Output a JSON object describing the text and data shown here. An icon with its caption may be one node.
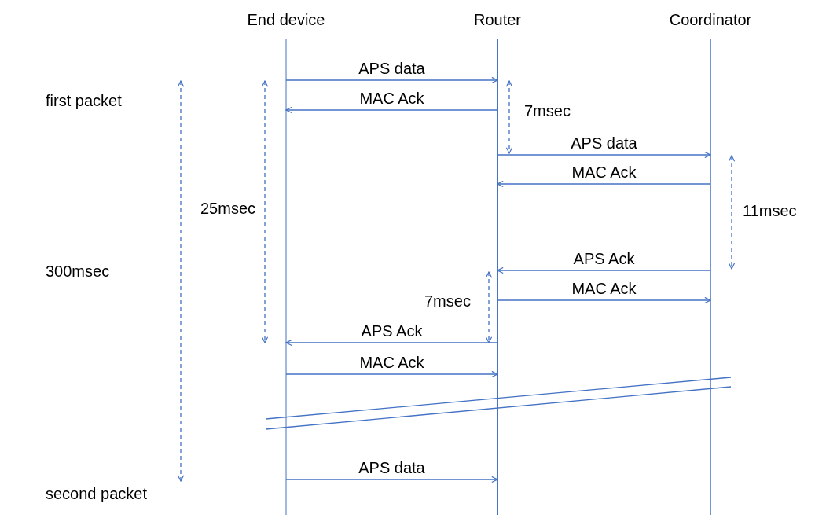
{
  "diagram": {
    "nodes": [
      {
        "text": [
          "End device"
        ]
      },
      {
        "text": [
          "Router"
        ]
      },
      {
        "text": [
          "Coordinator"
        ]
      }
    ],
    "edges": [
      {
        "from": 0,
        "to": 1,
        "arrow": "to",
        "label": "APS data"
      },
      {
        "from": 1,
        "to": 0,
        "arrow": "to",
        "label": "MAC Ack"
      },
      {
        "from": 1,
        "to": 2,
        "arrow": "to",
        "label": "APS data"
      },
      {
        "from": 2,
        "to": 1,
        "arrow": "to",
        "label": "MAC Ack"
      },
      {
        "from": 2,
        "to": 1,
        "arrow": "to",
        "label": "APS Ack"
      },
      {
        "from": 1,
        "to": 2,
        "arrow": "to",
        "label": "MAC Ack"
      },
      {
        "from": 1,
        "to": 0,
        "arrow": "to",
        "label": "APS Ack"
      },
      {
        "from": 0,
        "to": 1,
        "arrow": "to",
        "label": "MAC Ack"
      },
      {
        "from": 0,
        "to": 1,
        "arrow": "to",
        "label": "APS data"
      }
    ],
    "labels": [
      "first packet",
      "7msec",
      "25msec",
      "11msec",
      "300msec",
      "7msec",
      "second packet"
    ]
  }
}
